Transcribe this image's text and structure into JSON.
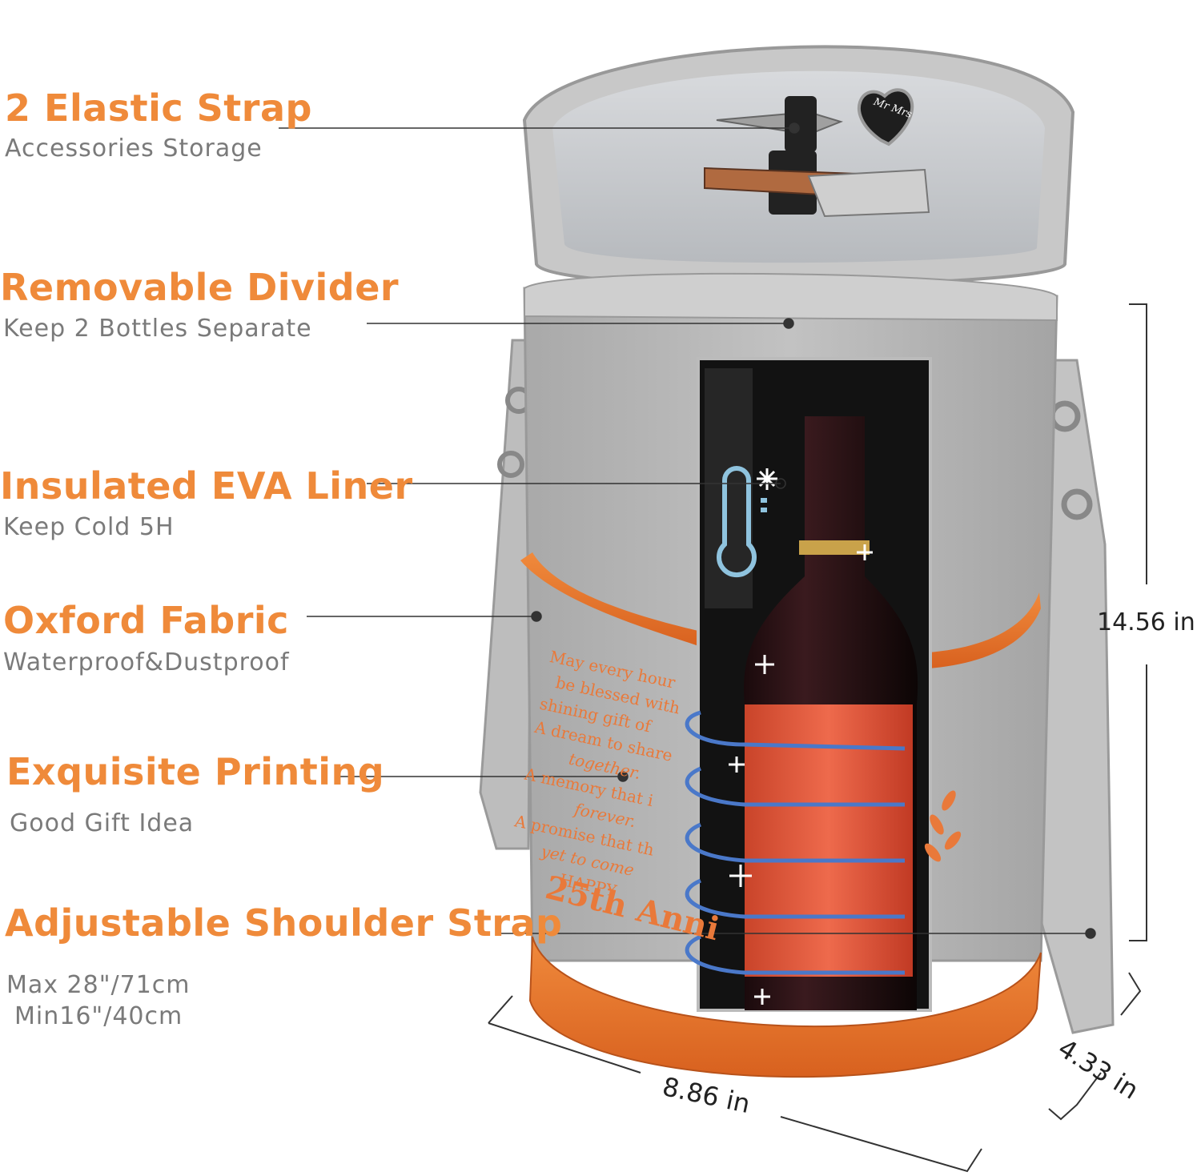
{
  "colors": {
    "accent": "#ef8a3a",
    "subtext": "#7a7a7a",
    "line": "#333333",
    "bag_gray": "#b9b9b9",
    "trim_orange": "#e8762a",
    "window_dark": "#121212",
    "wine_red": "#e35a3c",
    "print_orange": "#e9793a",
    "icon_blue": "#8fc3de"
  },
  "features": [
    {
      "title": "2 Elastic Strap",
      "subtitle": "Accessories Storage"
    },
    {
      "title": "Removable Divider",
      "subtitle": "Keep 2 Bottles Separate"
    },
    {
      "title": "Insulated EVA Liner",
      "subtitle": "Keep Cold 5H"
    },
    {
      "title": "Oxford Fabric",
      "subtitle": "Waterproof&Dustproof"
    },
    {
      "title": "Exquisite Printing",
      "subtitle": "Good Gift Idea"
    },
    {
      "title": "Adjustable Shoulder Strap",
      "subtitle": "Max 28\"/71cm",
      "subtitle2": "Min16\"/40cm"
    }
  ],
  "dimensions": {
    "height": "14.56 in",
    "width": "8.86 in",
    "depth": "4.33 in"
  },
  "print_text": {
    "line1": "May every hour",
    "line2": "be blessed with",
    "line3": "shining gift of",
    "line4": "A dream to share",
    "line5": "together.",
    "line6": "A memory that i",
    "line7": "forever.",
    "line8": "A promise that th",
    "line9": "yet to come",
    "line10": "HAPPY",
    "line11": "25th Anni"
  },
  "accessory_text": {
    "heart": "Mr Mrs"
  },
  "icons": [
    "thermometer-icon",
    "snowflake-icon"
  ]
}
